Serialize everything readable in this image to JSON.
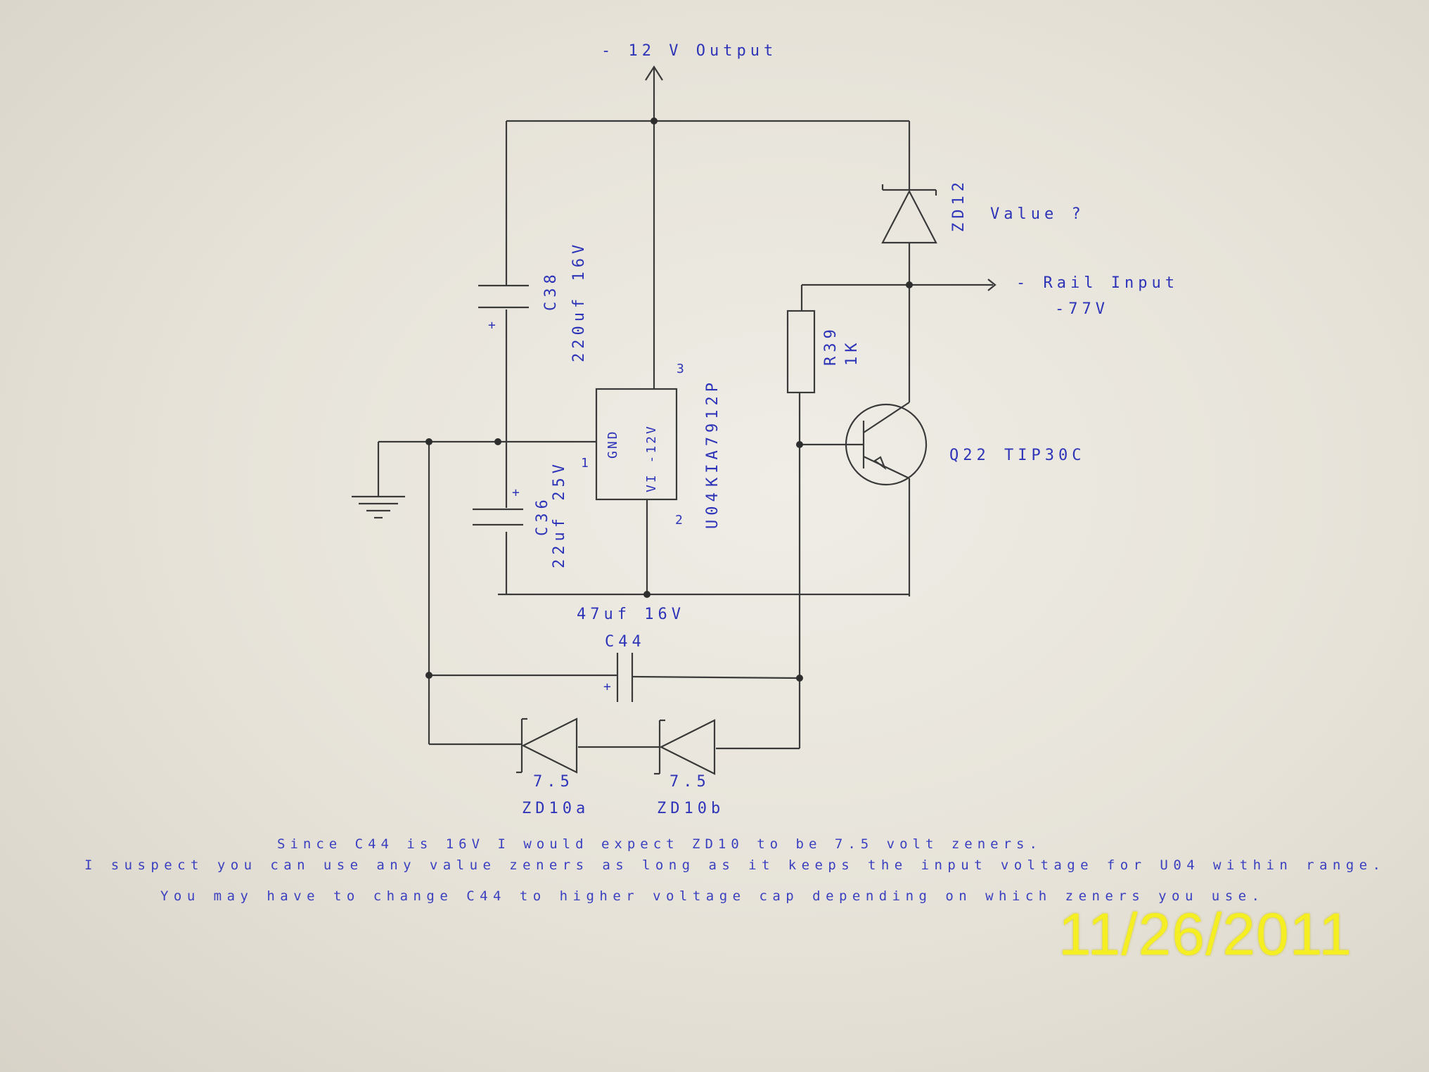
{
  "schematic": {
    "output_label": "- 12 V Output",
    "rail_label": "- Rail Input",
    "rail_voltage": "-77V",
    "zd12": {
      "ref": "ZD12",
      "value": "Value ?"
    },
    "c38": {
      "ref": "C38",
      "value": "220uf 16V",
      "pol": "+"
    },
    "c36": {
      "ref": "C36",
      "value": "22uf 25V",
      "pol": "+"
    },
    "u04": {
      "ref": "U04",
      "part": "KIA7912P",
      "gnd": "GND",
      "vi": "VI -12V",
      "pin1": "1",
      "pin2": "2",
      "pin3": "3"
    },
    "r39": {
      "ref": "R39",
      "value": "1K"
    },
    "q22": {
      "ref": "Q22",
      "part": "TIP30C"
    },
    "c44": {
      "ref": "C44",
      "value": "47uf 16V",
      "pol": "+"
    },
    "zd10a": {
      "ref": "ZD10a",
      "value": "7.5"
    },
    "zd10b": {
      "ref": "ZD10b",
      "value": "7.5"
    }
  },
  "notes": [
    "Since C44 is 16V I would expect ZD10 to be 7.5 volt zeners.",
    "I suspect you can use any value zeners as long as it keeps the input voltage for U04 within range.",
    "You may have to change C44 to higher voltage cap depending on which zeners you use."
  ],
  "date_stamp": "11/26/2011",
  "colors": {
    "text": "#2e34b8",
    "stamp": "#f4ee22",
    "wire": "#3a3a3a"
  }
}
